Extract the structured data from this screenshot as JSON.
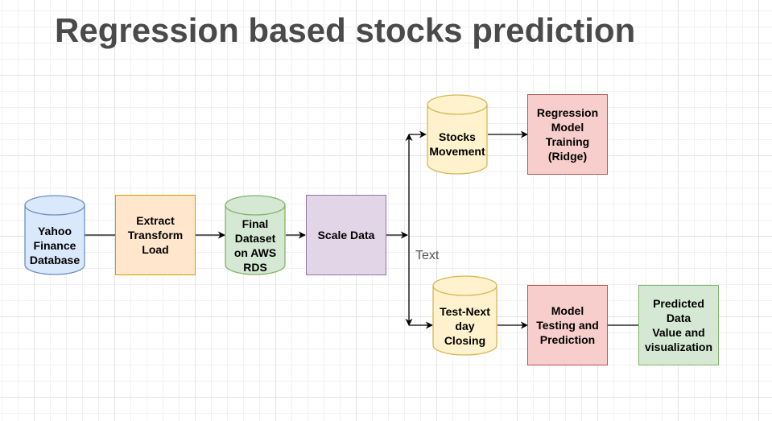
{
  "diagram": {
    "title": "Regression based stocks prediction",
    "nodes": {
      "yahoo": {
        "label": "Yahoo\nFinance\nDatabase",
        "fill": "#dae8fc",
        "stroke": "#6c8ebf"
      },
      "etl": {
        "label": "Extract\nTransform\nLoad",
        "fill": "#ffe6cc",
        "stroke": "#d79b00"
      },
      "final_dataset": {
        "label": "Final\nDataset\non AWS\nRDS",
        "fill": "#d5e8d4",
        "stroke": "#82b366"
      },
      "scale": {
        "label": "Scale Data",
        "fill": "#e1d5e7",
        "stroke": "#9673a6"
      },
      "stocks_movement": {
        "label": "Stocks\nMovement",
        "fill": "#fff2cc",
        "stroke": "#d6b656"
      },
      "regression_training": {
        "label": "Regression\nModel\nTraining\n(Ridge)",
        "fill": "#f8cecc",
        "stroke": "#b85450"
      },
      "test_closing": {
        "label": "Test-Next\nday\nClosing",
        "fill": "#fff2cc",
        "stroke": "#d6b656"
      },
      "model_testing": {
        "label": "Model\nTesting and\nPrediction",
        "fill": "#f8cecc",
        "stroke": "#b85450"
      },
      "predicted": {
        "label": "Predicted\nData\nValue and\nvisualization",
        "fill": "#d5e8d4",
        "stroke": "#82b366"
      }
    },
    "free_text": "Text",
    "edge_color": "#000000"
  }
}
